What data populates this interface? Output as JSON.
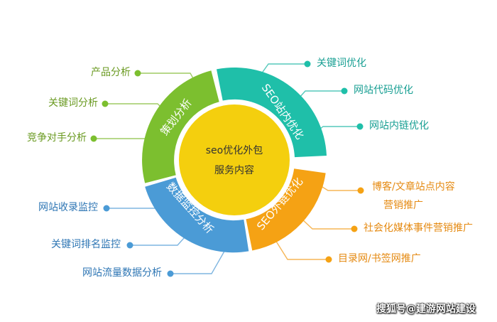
{
  "center": {
    "line1": "seo优化外包",
    "line2": "服务内容"
  },
  "segments": {
    "plan": {
      "label": "策划分析",
      "color": "#7cbf2f"
    },
    "onsite": {
      "label": "SEO站内优化",
      "color": "#1fbfa9"
    },
    "offsite": {
      "label": "SEO外链优化",
      "color": "#f5a214"
    },
    "monitor": {
      "label": "数据监控分析",
      "color": "#4b9bd6"
    }
  },
  "left_top": [
    "产品分析",
    "关键词分析",
    "竞争对手分析"
  ],
  "right_top": [
    "关键词优化",
    "网站代码优化",
    "网站内链优化"
  ],
  "right_bottom": {
    "item1_line1": "博客/文章站点内容",
    "item1_line2": "营销推广",
    "item2": "社会化媒体事件营销推广",
    "item3": "目录网/书签网推广"
  },
  "left_bottom": [
    "网站收录监控",
    "关键词排名监控",
    "网站流量数据分析"
  ],
  "center_color": "#f4cf0e",
  "watermark": "搜狐号@建游网站建设"
}
